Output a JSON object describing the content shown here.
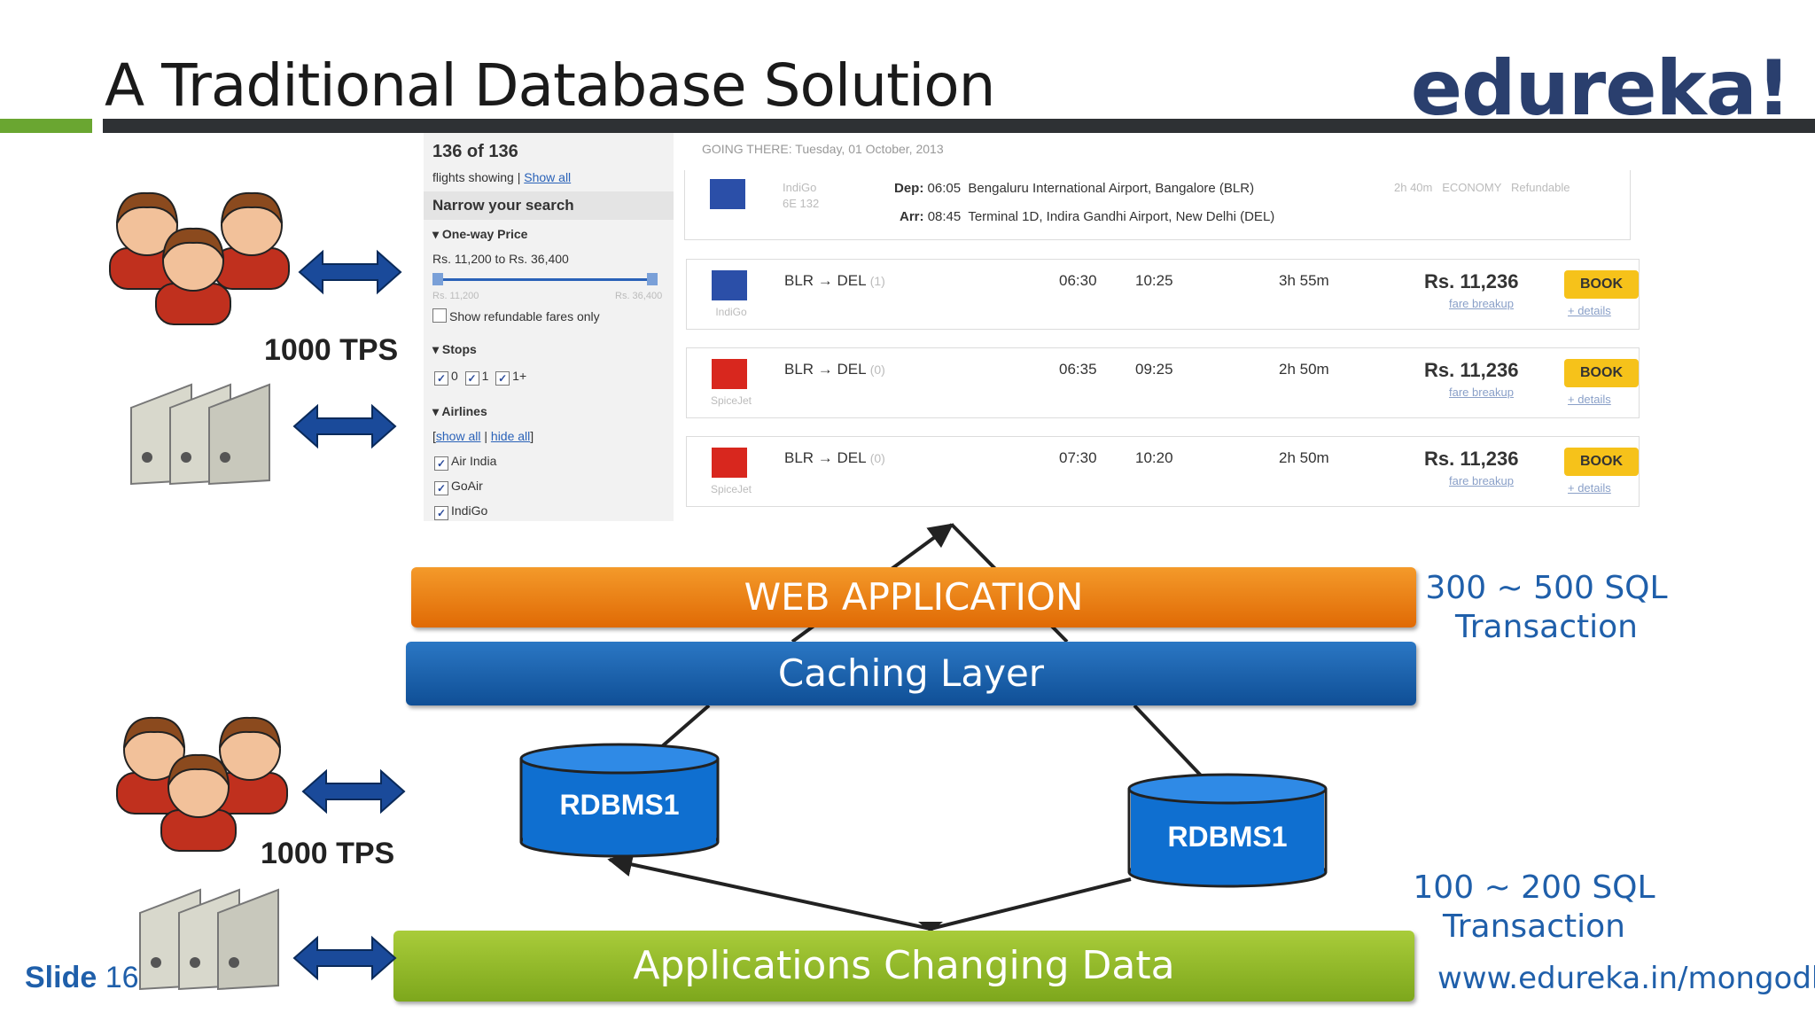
{
  "slide": {
    "title": "A Traditional Database Solution",
    "logo": "edureka!",
    "number_label": "Slide",
    "number": "16",
    "url": "www.edureka.in/mongodb"
  },
  "colors": {
    "accent_green": "#6aa631",
    "header_bar": "#2e3134",
    "web_layer": "#f08a1a",
    "cache_layer": "#1a62ae",
    "apps_layer": "#8fb62a",
    "database": "#0f6fd0",
    "text_blue": "#1f5faa"
  },
  "diagram": {
    "web_layer": "WEB APPLICATION",
    "cache_layer": "Caching Layer",
    "apps_layer": "Applications Changing Data",
    "db_left": "RDBMS1",
    "db_right": "RDBMS1",
    "tps_top": "1000 TPS",
    "tps_bottom": "1000 TPS",
    "sql_top_line1": "300 ~ 500 SQL",
    "sql_top_line2": "Transaction",
    "sql_bottom_line1": "100 ~ 200 SQL",
    "sql_bottom_line2": "Transaction",
    "icons": [
      "users-icon",
      "servers-icon",
      "double-arrow-icon"
    ]
  },
  "booking_screenshot": {
    "count": "136 of 136",
    "flights_showing": "flights showing |",
    "show_all": "Show all",
    "narrow": "Narrow your search",
    "price_head": "One-way Price",
    "price_range": "Rs. 11,200 to Rs. 36,400",
    "price_min": "Rs. 11,200",
    "price_max": "Rs. 36,400",
    "refundable": "Show refundable fares only",
    "stops_head": "Stops",
    "stops": [
      "0",
      "1",
      "1+"
    ],
    "airlines_head": "Airlines",
    "airline_show_all": "show all",
    "airline_hide_all": "hide all",
    "airlines": [
      "Air India",
      "GoAir",
      "IndiGo"
    ],
    "going_there": "GOING THERE: Tuesday, 01 October, 2013",
    "selected": {
      "airline": "IndiGo",
      "code": "6E 132",
      "dep_label": "Dep:",
      "dep_time": "06:05",
      "dep_place": "Bengaluru International Airport, Bangalore (BLR)",
      "arr_label": "Arr:",
      "arr_time": "08:45",
      "arr_place": "Terminal 1D, Indira Gandhi Airport, New Delhi (DEL)",
      "duration": "2h 40m",
      "class": "ECONOMY",
      "refund": "Refundable"
    },
    "flights": [
      {
        "airline": "IndiGo",
        "route": "BLR → DEL",
        "stops": "(1)",
        "dep": "06:30",
        "arr": "10:25",
        "duration": "3h 55m",
        "price": "Rs. 11,236",
        "fare": "fare breakup",
        "book": "BOOK",
        "details": "+ details"
      },
      {
        "airline": "SpiceJet",
        "route": "BLR → DEL",
        "stops": "(0)",
        "dep": "06:35",
        "arr": "09:25",
        "duration": "2h 50m",
        "price": "Rs. 11,236",
        "fare": "fare breakup",
        "book": "BOOK",
        "details": "+ details"
      },
      {
        "airline": "SpiceJet",
        "route": "BLR → DEL",
        "stops": "(0)",
        "dep": "07:30",
        "arr": "10:20",
        "duration": "2h 50m",
        "price": "Rs. 11,236",
        "fare": "fare breakup",
        "book": "BOOK",
        "details": "+ details"
      }
    ]
  }
}
